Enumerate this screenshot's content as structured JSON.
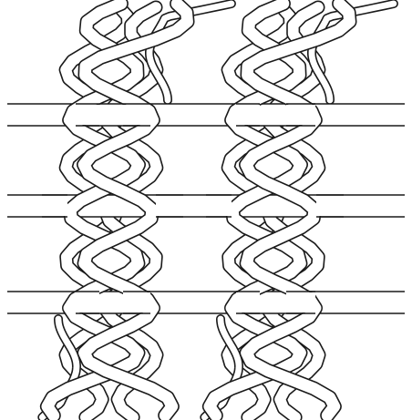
{
  "figure": {
    "kind": "woven textile structure line drawing",
    "background_color": "#ffffff",
    "ink_color": "#1a1a1a",
    "horizontal_rod_count": 3,
    "braided_column_count": 2,
    "strands_per_column": 4
  }
}
